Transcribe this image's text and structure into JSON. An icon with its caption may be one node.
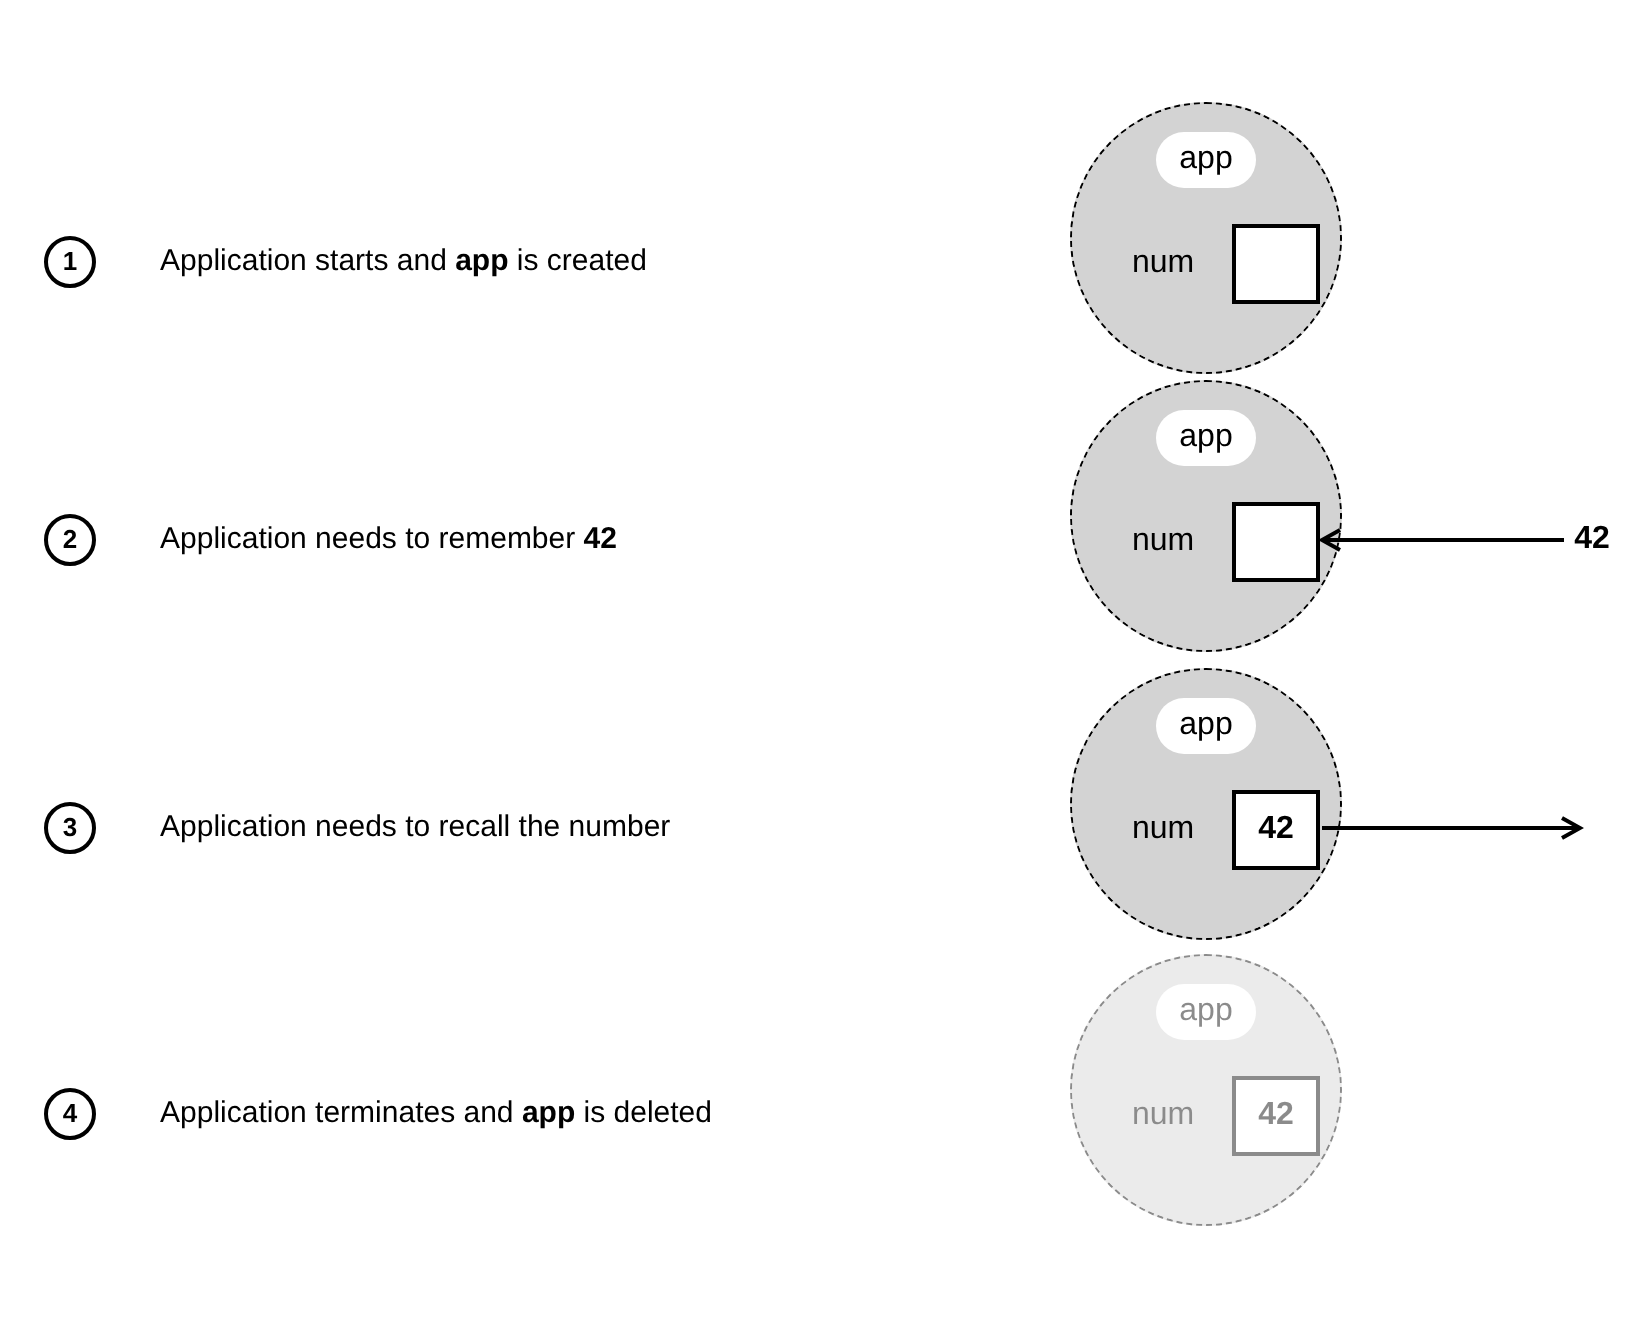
{
  "diagram": {
    "nodes": [
      {
        "text": [
          "1"
        ],
        "beside": [
          "Application starts and **app** is created"
        ]
      },
      {
        "text": [
          "app"
        ]
      },
      {
        "text": [],
        "shape": "box",
        "in": 1,
        "beside": [
          "num"
        ]
      },
      {
        "text": [
          "2"
        ],
        "beside": [
          "Application needs to remember  **42**"
        ]
      },
      {
        "text": [
          "app"
        ]
      },
      {
        "text": [],
        "shape": "box",
        "in": 4,
        "beside": [
          "num"
        ]
      },
      {
        "text": [
          "42"
        ]
      },
      {
        "text": [
          "3"
        ],
        "beside": [
          "Application needs to recall the number"
        ]
      },
      {
        "text": [
          "app"
        ]
      },
      {
        "text": [
          "42"
        ],
        "in": 8,
        "beside": [
          "num"
        ]
      },
      {
        "text": [
          "4"
        ],
        "beside": [
          "Application terminates and **app** is deleted"
        ]
      },
      {
        "text": [
          "app"
        ]
      },
      {
        "text": [
          "42"
        ],
        "in": 11,
        "beside": [
          "num"
        ]
      }
    ],
    "edges": [
      {
        "from": 6,
        "to": 5,
        "arrow": "to"
      },
      {
        "from": 9,
        "to": null,
        "arrow": "to"
      }
    ]
  }
}
